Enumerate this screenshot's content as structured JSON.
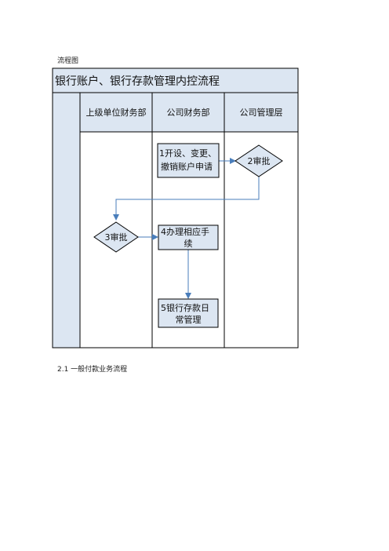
{
  "captions": {
    "top": "流程图",
    "bottom": "2.1 一般付款业务流程"
  },
  "diagram": {
    "title": "银行账户、银行存款管理内控流程",
    "lanes": [
      {
        "label": "上级单位财务部"
      },
      {
        "label": "公司财务部"
      },
      {
        "label": "公司管理层"
      }
    ],
    "nodes": [
      {
        "id": "n1",
        "shape": "box",
        "lines": [
          "1开设、变更、",
          "撤销账户申请"
        ]
      },
      {
        "id": "n2",
        "shape": "diamond",
        "lines": [
          "2审批"
        ]
      },
      {
        "id": "n3",
        "shape": "diamond",
        "lines": [
          "3审批"
        ]
      },
      {
        "id": "n4",
        "shape": "box",
        "lines": [
          "4办理相应手",
          "续"
        ]
      },
      {
        "id": "n5",
        "shape": "box",
        "lines": [
          "5银行存款日",
          "常管理"
        ]
      }
    ],
    "edges": [
      {
        "from": "n1",
        "to": "n2"
      },
      {
        "from": "n2",
        "to": "n3"
      },
      {
        "from": "n3",
        "to": "n4"
      },
      {
        "from": "n4",
        "to": "n5"
      }
    ],
    "colors": {
      "header_fill": "#dce6f2",
      "node_fill": "#dce6f2",
      "line": "#000000",
      "arrow": "#4a7ebb"
    }
  }
}
